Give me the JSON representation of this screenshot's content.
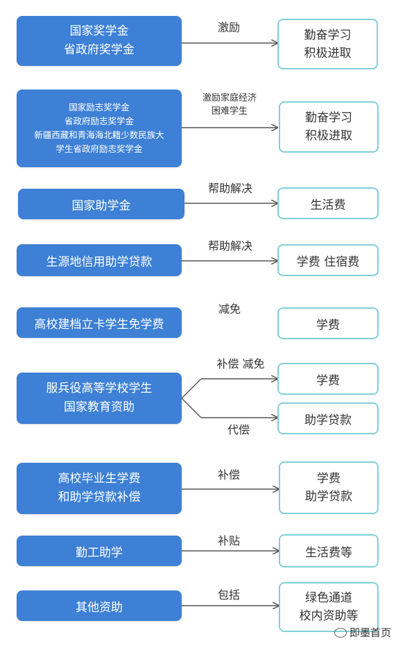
{
  "rows": [
    {
      "source": [
        "国家奖学金",
        "省政府奖学金"
      ],
      "label": [
        "激励"
      ],
      "target": [
        "勤奋学习",
        "积极进取"
      ]
    },
    {
      "source": [
        "国家励志奖学金",
        "省政府励志奖学金",
        "新疆西藏和青海海北籍少数民族大",
        "学生省政府励志奖学金"
      ],
      "label": [
        "激励家庭经济",
        "困难学生"
      ],
      "target": [
        "勤奋学习",
        "积极进取"
      ]
    },
    {
      "source": [
        "国家助学金"
      ],
      "label": [
        "帮助解决"
      ],
      "target": [
        "生活费"
      ]
    },
    {
      "source": [
        "生源地信用助学贷款"
      ],
      "label": [
        "帮助解决"
      ],
      "target": [
        "学费  住宿费"
      ]
    },
    {
      "source": [
        "高校建档立卡学生免学费"
      ],
      "label": [
        "减免"
      ],
      "target": [
        "学费"
      ]
    },
    {
      "source": [
        "服兵役高等学校学生",
        "国家教育资助"
      ],
      "label_top": [
        "补偿  减免"
      ],
      "target_top": [
        "学费"
      ],
      "label_bottom": [
        "代偿"
      ],
      "target_bottom": [
        "助学贷款"
      ]
    },
    {
      "source": [
        "高校毕业生学费",
        "和助学贷款补偿"
      ],
      "label": [
        "补偿"
      ],
      "target": [
        "学费",
        "助学贷款"
      ]
    },
    {
      "source": [
        "勤工助学"
      ],
      "label": [
        "补贴"
      ],
      "target": [
        "生活费等"
      ]
    },
    {
      "source": [
        "其他资助"
      ],
      "label": [
        "包括"
      ],
      "target": [
        "绿色通道",
        "校内资助等"
      ]
    }
  ],
  "watermark": "即墨首页",
  "colors": {
    "source_fill": "#3d80d5",
    "target_border": "#7fd0d6",
    "arrow": "#555555"
  }
}
